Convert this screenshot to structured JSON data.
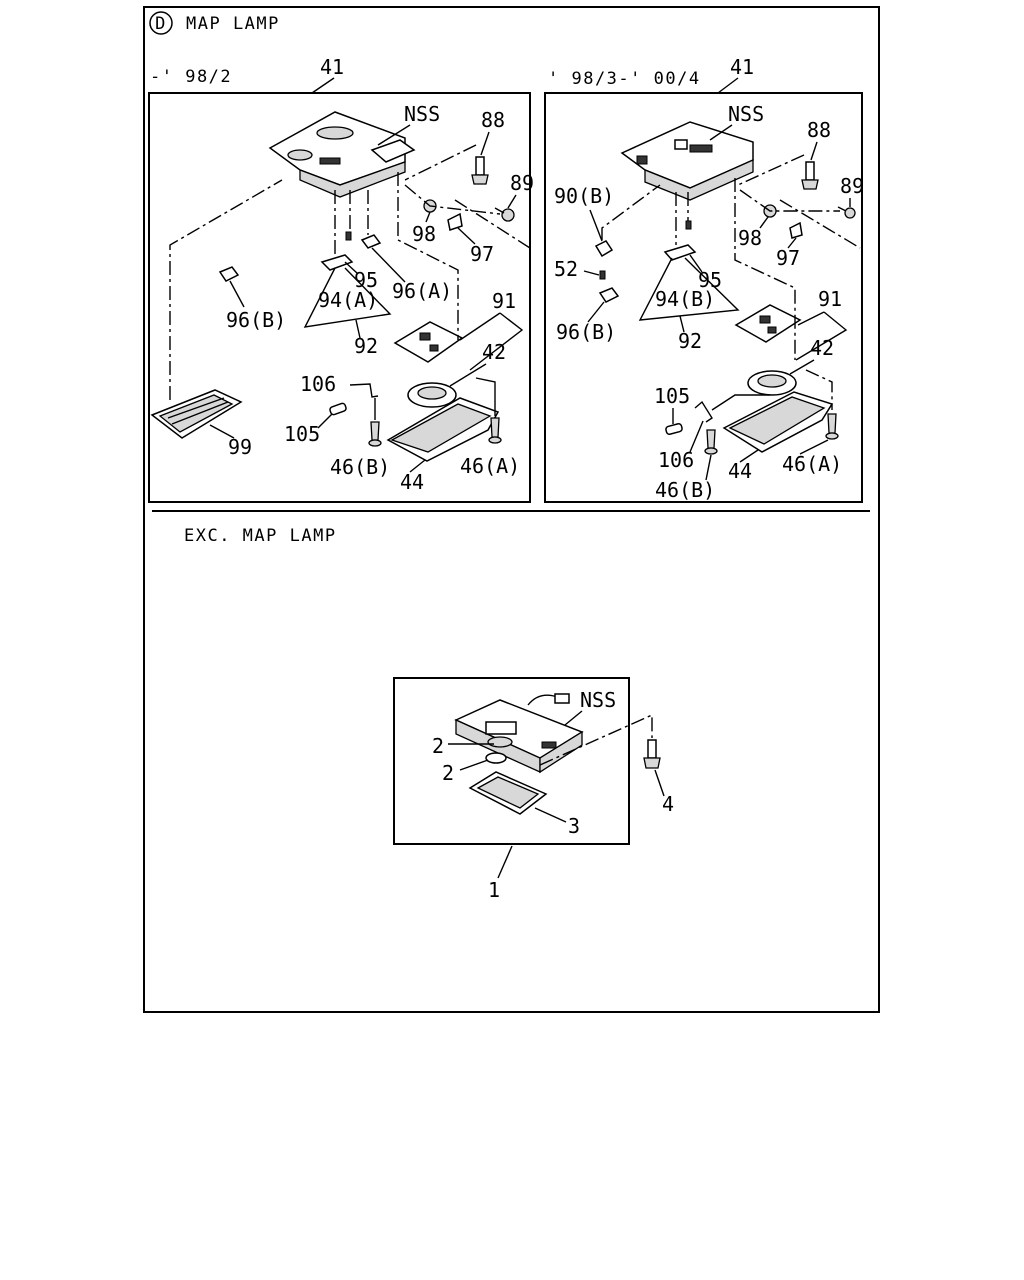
{
  "section_badge": "D",
  "header_map_lamp": "MAP LAMP",
  "header_exc_map_lamp": "EXC. MAP LAMP",
  "left_panel": {
    "period": "-' 98/2",
    "labels": {
      "p41": "41",
      "nss": "NSS",
      "p88": "88",
      "p89": "89",
      "p98": "98",
      "p97": "97",
      "p95": "95",
      "p96a": "96(A)",
      "p94a": "94(A)",
      "p96b": "96(B)",
      "p92": "92",
      "p91": "91",
      "p42": "42",
      "p106": "106",
      "p105": "105",
      "p99": "99",
      "p46b": "46(B)",
      "p44": "44",
      "p46a": "46(A)"
    }
  },
  "right_panel": {
    "period": "' 98/3-' 00/4",
    "labels": {
      "p41": "41",
      "nss": "NSS",
      "p88": "88",
      "p89": "89",
      "p90b": "90(B)",
      "p98": "98",
      "p97": "97",
      "p52": "52",
      "p95": "95",
      "p94b": "94(B)",
      "p96b": "96(B)",
      "p92": "92",
      "p91": "91",
      "p42": "42",
      "p105": "105",
      "p106": "106",
      "p46b": "46(B)",
      "p44": "44",
      "p46a": "46(A)"
    }
  },
  "bottom_panel": {
    "labels": {
      "nss": "NSS",
      "p2a": "2",
      "p2b": "2",
      "p4": "4",
      "p3": "3",
      "p1": "1"
    }
  }
}
